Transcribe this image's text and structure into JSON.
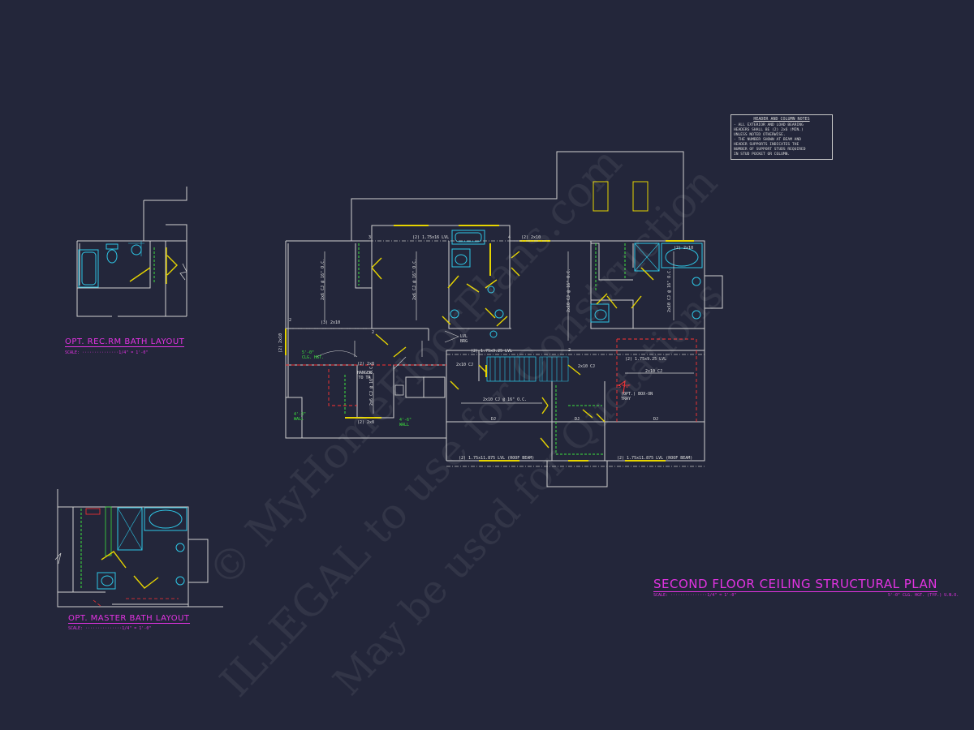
{
  "watermarks": [
    "© MyHomeFloorPlans.com",
    "ILLEGAL to use for Construction",
    "May be used for Quotations"
  ],
  "header_notes": {
    "title": "HEADER AND COLUMN NOTES",
    "lines": [
      "- ALL EXTERIOR AND LOAD BEARING",
      "HEADERS SHALL BE (2) 2x6 (MIN.)",
      "UNLESS NOTED OTHERWISE.",
      "- THE NUMBER SHOWN AT BEAM AND",
      "HEADER SUPPORTS INDICATES THE",
      "NUMBER OF SUPPORT STUDS REQUIRED",
      "IN STUD POCKET OR COLUMN."
    ]
  },
  "titles": {
    "main": "SECOND FLOOR CEILING STRUCTURAL PLAN",
    "main_scale": "SCALE: ···············1/4\" = 1'-0\"",
    "main_note": "5'-0\" CLG. HGT. (TYP.) U.N.O.",
    "rec_bath": "OPT. REC.RM BATH LAYOUT",
    "rec_bath_scale": "SCALE: ···············1/4\" = 1'-0\"",
    "master_bath": "OPT. MASTER BATH LAYOUT",
    "master_bath_scale": "SCALE: ···············1/4\" = 1'-0\""
  },
  "labels": {
    "beam_top1": "(2) 1.75x16 LVL",
    "beam_top2": "(2) 2x10",
    "beam_top3": "(2) 2x10",
    "beam_left": "(3) 2x10",
    "beam_left_v": "(2) 2x10",
    "beam_mid1": "(2) 1.75x9.25 LVL",
    "beam_mid2": "(2) 1.75x9.25 LVL",
    "beam_bot1": "(2) 1.75x11.875 LVL (ROOF BEAM)",
    "beam_bot2": "(2) 1.75x11.875 LVL (ROOF BEAM)",
    "beam_hdr1": "(2) 2x8",
    "beam_hdr2": "(2) 2x8",
    "lvl_brg": "LVL\nBRG",
    "hanger": "HANGER\nTO TR",
    "cj1": "2x6 CJ @ 16\" O.C.",
    "cj2": "2x6 CJ @ 16\" O.C.",
    "cj3": "2x6 CJ @ 16\" O.C.",
    "cj4": "2x10 CJ @ 16\" O.C.",
    "cj5": "2x10 CJ @ 16\" O.C.",
    "cj6": "2x10 CJ @ 16\" O.C.",
    "cj7": "2x10 CJ",
    "cj8": "2x10 CJ",
    "cj9": "2x10 CJ",
    "dj1": "DJ",
    "dj2": "DJ",
    "dj3": "DJ",
    "clg1": "5'-0\" CLG. HGT.",
    "wall1": "4'-3\" WALL",
    "wall2": "4'-6\" WALL",
    "tray": "(OPT.) BOX-ON TRAY",
    "tray_r": "5'-0\"",
    "n3a": "3",
    "n2a": "2",
    "n4a": "4",
    "n2b": "2",
    "n2c": "2"
  },
  "colors": {
    "background": "#23263a",
    "wall": "#d0d0d0",
    "door": "#e6d400",
    "fixture": "#2ec7e6",
    "green": "#3de23d",
    "red": "#ff3333",
    "magenta": "#e233e2"
  }
}
